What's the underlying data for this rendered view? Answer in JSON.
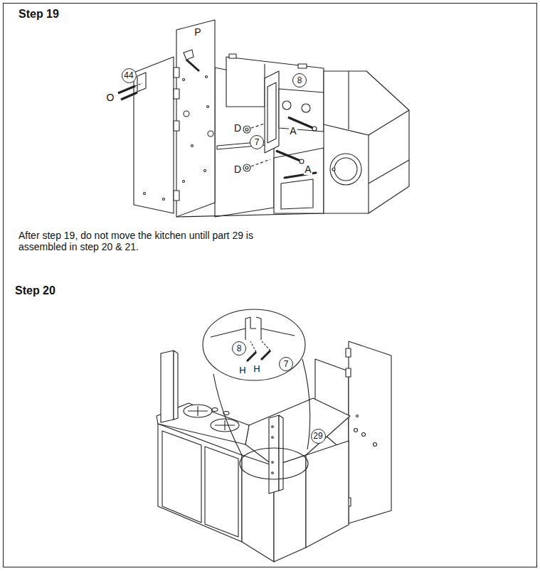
{
  "diagram": {
    "nodes": [
      {
        "text": [
          "44"
        ]
      },
      {
        "text": [
          "8"
        ]
      },
      {
        "text": [
          "7"
        ]
      },
      {
        "text": [
          "8"
        ]
      },
      {
        "text": [
          "7"
        ]
      },
      {
        "text": [
          "29"
        ]
      }
    ],
    "labels": [
      "Step 19",
      "P",
      "O",
      "D",
      "D",
      "A",
      "A",
      "After step 19, do not move the kitchen untill part 29 is assembled in step 20 & 21.",
      "Step 20",
      "H",
      "H"
    ]
  }
}
